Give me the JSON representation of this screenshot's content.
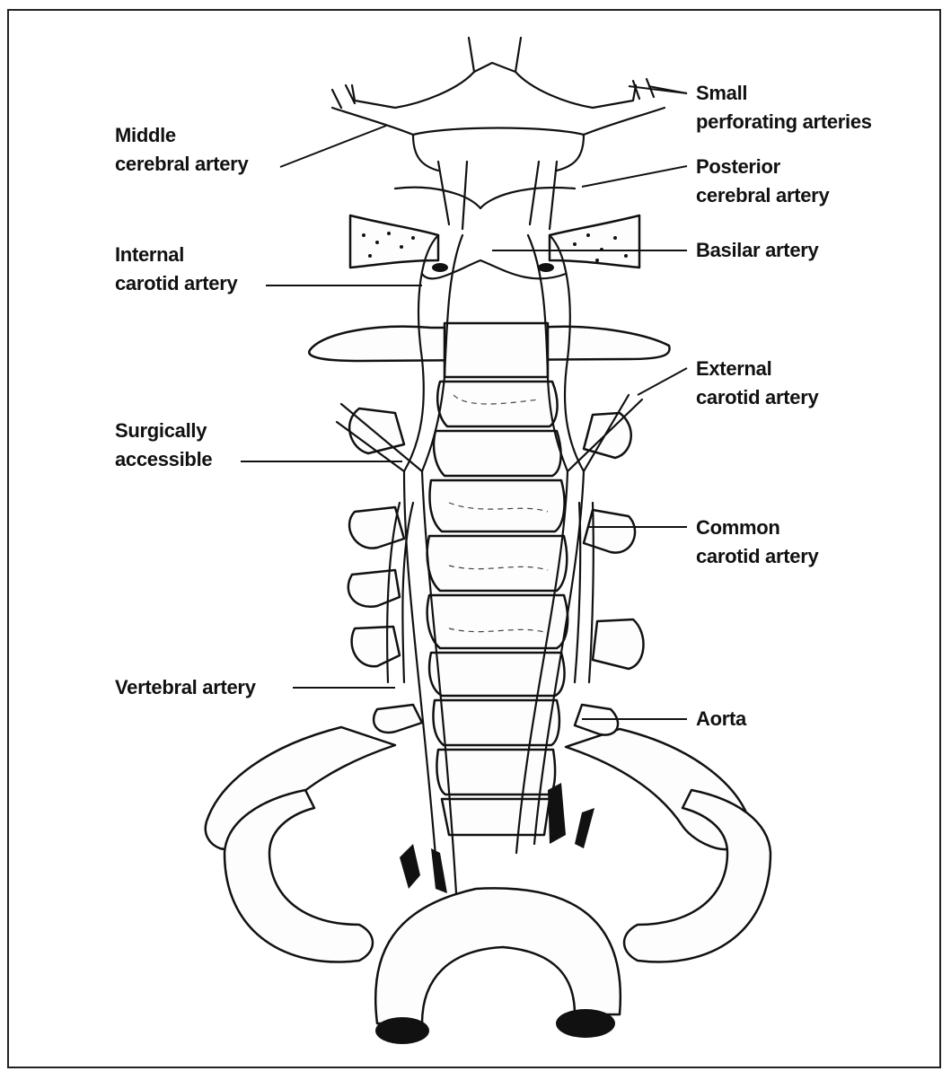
{
  "labels": {
    "middle_cerebral": [
      "Middle",
      "cerebral artery"
    ],
    "internal_carotid": [
      "Internal",
      "carotid artery"
    ],
    "surgically_accessible": [
      "Surgically",
      "accessible"
    ],
    "vertebral": [
      "Vertebral artery"
    ],
    "small_perforating": [
      "Small",
      "perforating arteries"
    ],
    "posterior_cerebral": [
      "Posterior",
      "cerebral artery"
    ],
    "basilar": [
      "Basilar artery"
    ],
    "external_carotid": [
      "External",
      "carotid artery"
    ],
    "common_carotid": [
      "Common",
      "carotid artery"
    ],
    "aorta": [
      "Aorta"
    ]
  },
  "colors": {
    "ink": "#111111",
    "paper": "#ffffff"
  }
}
